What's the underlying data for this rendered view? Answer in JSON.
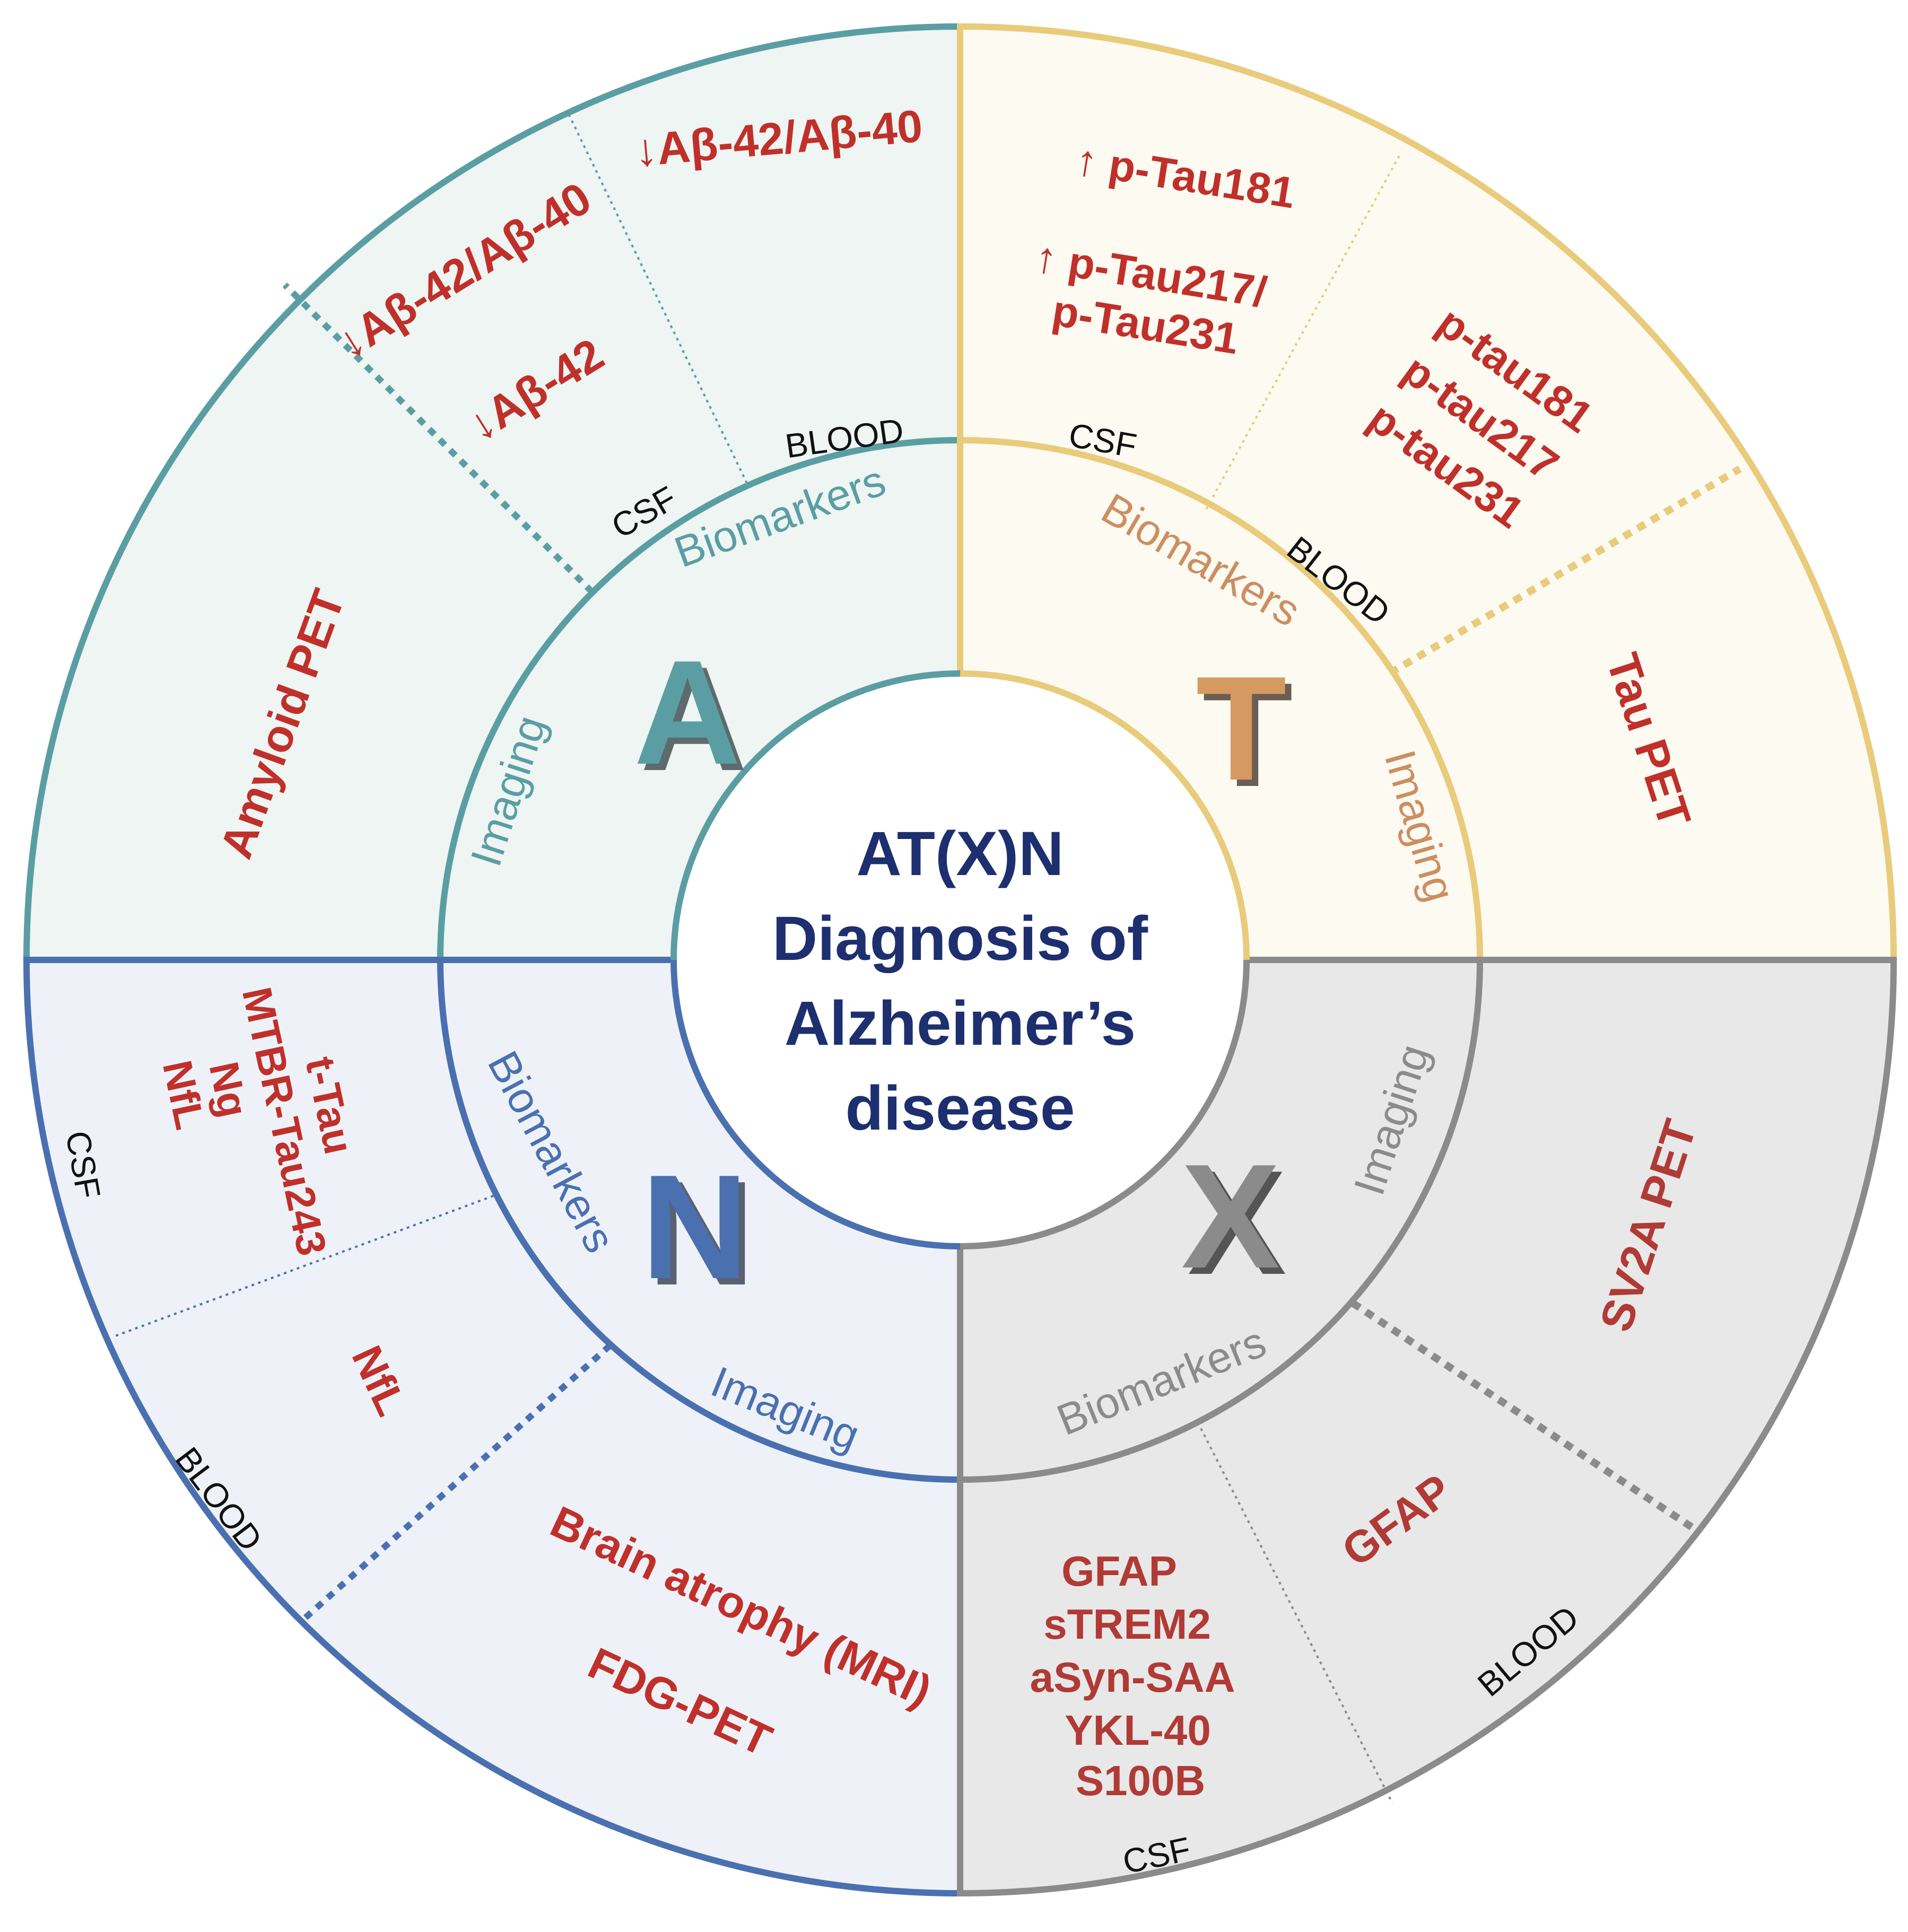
{
  "center": {
    "lines": [
      "AT(X)N",
      "Diagnosis of",
      "Alzheimer’s",
      "disease"
    ]
  },
  "quadrants": {
    "A": {
      "letter": "A",
      "inner_labels": {
        "biomarkers": "Biomarkers",
        "imaging": "Imaging"
      },
      "fluid_labels": {
        "csf": "CSF",
        "blood": "BLOOD"
      },
      "csf_items": [
        "↓Aβ-42/Aβ-40",
        "↓Aβ-42"
      ],
      "blood_items": [
        "↓Aβ-42/Aβ-40"
      ],
      "imaging_items": [
        "Amyloid PET"
      ]
    },
    "T": {
      "letter": "T",
      "inner_labels": {
        "biomarkers": "Biomarkers",
        "imaging": "Imaging"
      },
      "fluid_labels": {
        "csf": "CSF",
        "blood": "BLOOD"
      },
      "csf_items": [
        "↑ p-Tau181",
        "↑ p-Tau217/",
        "p-Tau231"
      ],
      "blood_items": [
        "p-tau181",
        "p-tau217",
        "p-tau231"
      ],
      "imaging_items": [
        "Tau PET"
      ]
    },
    "N": {
      "letter": "N",
      "inner_labels": {
        "biomarkers": "Biomarkers",
        "imaging": "Imaging"
      },
      "fluid_labels": {
        "csf": "CSF",
        "blood": "BLOOD"
      },
      "csf_items": [
        "t-Tau",
        "MTBR-Tau243",
        "Ng",
        "NfL"
      ],
      "blood_items": [
        "NfL"
      ],
      "imaging_items": [
        "Brain atrophy (MRI)",
        "FDG-PET"
      ]
    },
    "X": {
      "letter": "X",
      "inner_labels": {
        "biomarkers": "Biomarkers",
        "imaging": "Imaging"
      },
      "fluid_labels": {
        "csf": "CSF",
        "blood": "BLOOD"
      },
      "csf_items": [
        "GFAP",
        "sTREM2",
        "aSyn-SAA",
        "YKL-40",
        "S100B"
      ],
      "blood_items": [
        "GFAP"
      ],
      "imaging_items": [
        "SV2A PET"
      ]
    }
  },
  "colors": {
    "a_stroke": "#5a9ea4",
    "a_fill": "#eef5f2",
    "t_stroke": "#e9cb7c",
    "t_fill": "#fdfaf1",
    "t_text": "#cc8e62",
    "n_stroke": "#4a70b0",
    "n_fill": "#eef2f8",
    "x_stroke": "#8b8b8b",
    "x_fill": "#e8e8e8",
    "title": "#1d2f6f",
    "item": "#c0302b"
  }
}
